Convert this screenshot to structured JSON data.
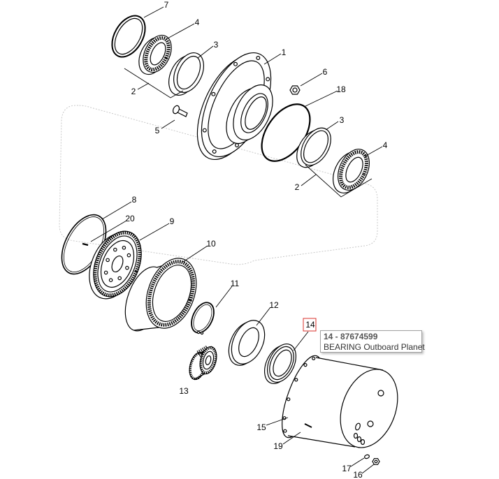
{
  "callouts": [
    "7",
    "4",
    "3",
    "1",
    "2",
    "6",
    "18",
    "5",
    "3",
    "4",
    "2",
    "8",
    "20",
    "9",
    "10",
    "11",
    "12",
    "14",
    "13",
    "15",
    "19",
    "17",
    "16"
  ],
  "tooltip": {
    "part_number_line": "14 - 87674599",
    "description": "BEARING Outboard Planet"
  },
  "colors": {
    "line": "#000000",
    "highlight_box": "#d9302b",
    "guide_outline": "#c8c8c8",
    "tooltip_border": "#a0a0a0"
  }
}
